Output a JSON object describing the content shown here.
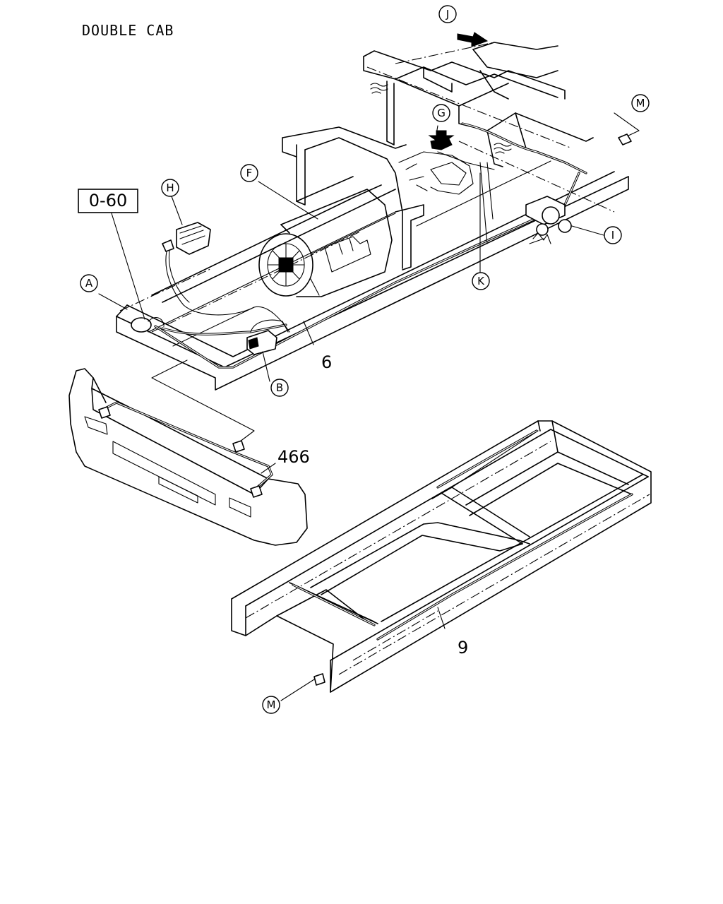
{
  "title": "DOUBLE CAB",
  "ref_box": "0-60",
  "callouts": {
    "a": "A",
    "b": "B",
    "f": "F",
    "g": "G",
    "h": "H",
    "i": "I",
    "j": "J",
    "k": "K",
    "m_top": "M",
    "m_bottom": "M"
  },
  "part_numbers": {
    "main_harness": "6",
    "bumper_harness": "466",
    "rear_harness": "9"
  }
}
